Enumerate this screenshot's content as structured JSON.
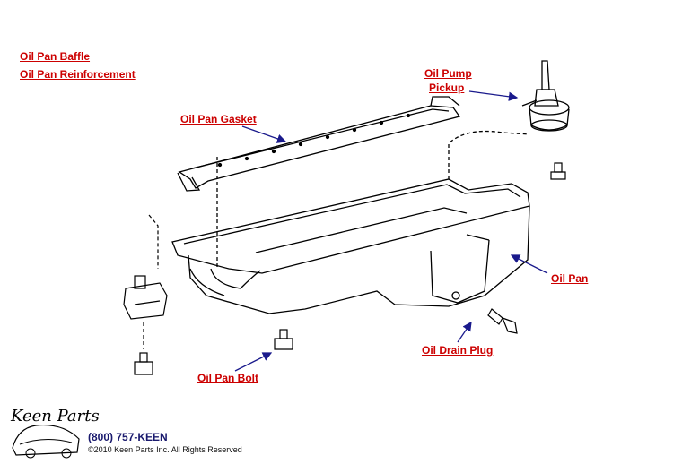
{
  "links": {
    "oil_pan_baffle": "Oil Pan Baffle",
    "oil_pan_reinforcement": "Oil Pan Reinforcement",
    "oil_pump_line1": "Oil Pump",
    "oil_pump_line2": "Pickup",
    "oil_pan_gasket": "Oil Pan Gasket",
    "oil_pan": "Oil Pan",
    "oil_drain_plug": "Oil Drain Plug",
    "oil_pan_bolt": "Oil Pan Bolt"
  },
  "footer": {
    "logo": "Keen Parts",
    "phone": "(800) 757-KEEN",
    "copyright": "©2010 Keen Parts Inc. All Rights Reserved"
  },
  "colors": {
    "link": "#cc0000",
    "arrow": "#1a1a8c",
    "line": "#000000"
  }
}
